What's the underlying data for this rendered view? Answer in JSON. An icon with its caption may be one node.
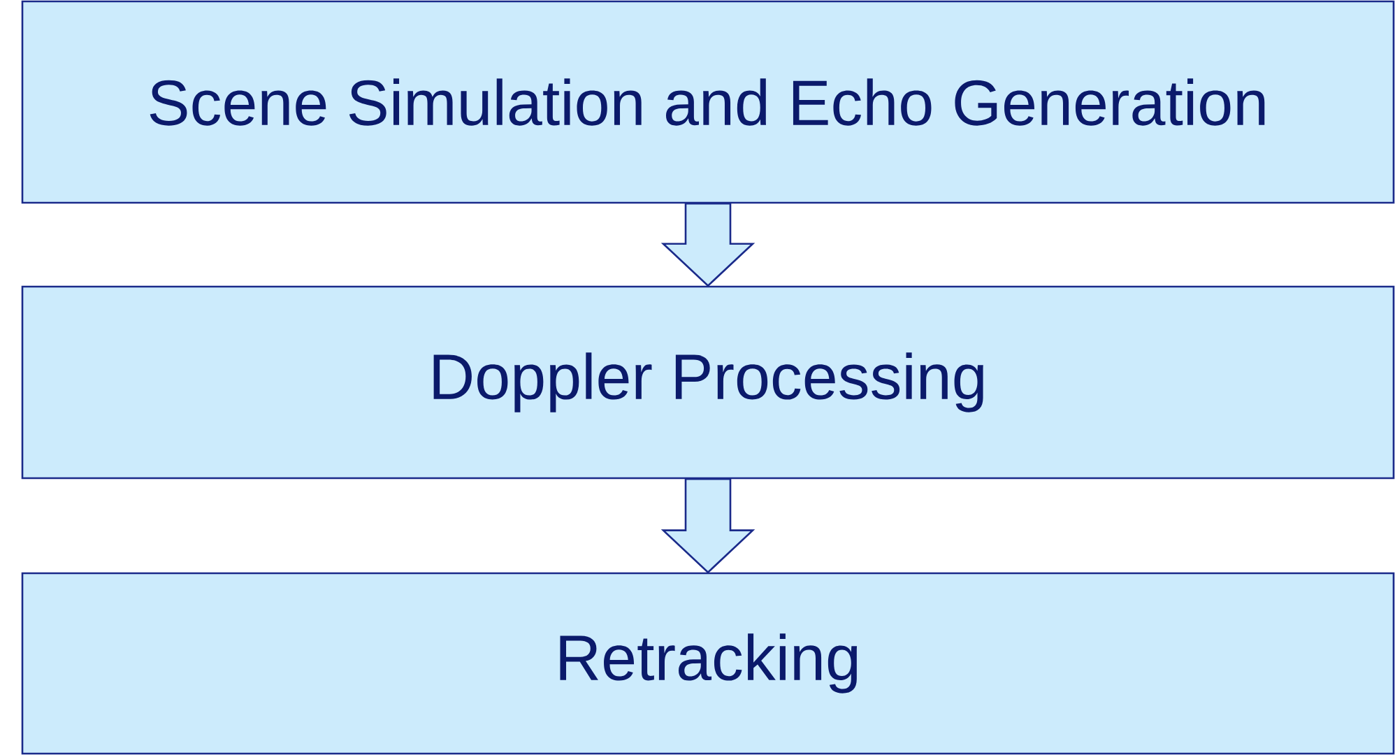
{
  "diagram": {
    "nodes": [
      {
        "text": [
          "Scene Simulation and Echo Generation"
        ]
      },
      {
        "text": [
          "Doppler Processing"
        ]
      },
      {
        "text": [
          "Retracking"
        ]
      }
    ],
    "edges": [
      {
        "from": 0,
        "to": 1,
        "arrow": "to"
      },
      {
        "from": 1,
        "to": 2,
        "arrow": "to"
      }
    ]
  }
}
